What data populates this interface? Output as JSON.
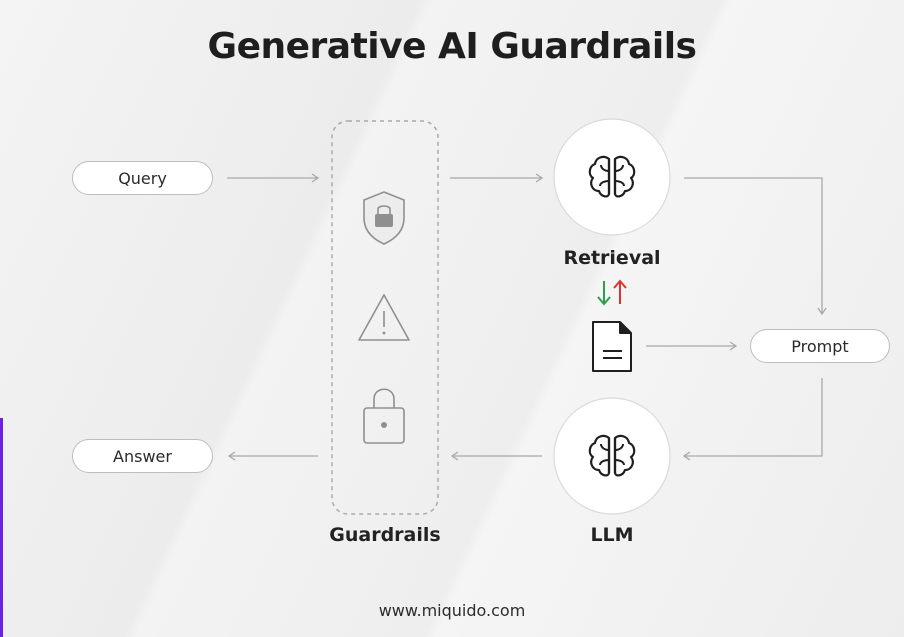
{
  "title": "Generative AI Guardrails",
  "footer": "www.miquido.com",
  "nodes": {
    "query": "Query",
    "answer": "Answer",
    "prompt": "Prompt",
    "retrieval": "Retrieval",
    "llm": "LLM",
    "guardrails": "Guardrails"
  },
  "icons": {
    "guardrail_icons": [
      "shield-lock-icon",
      "warning-icon",
      "padlock-icon"
    ],
    "model_icon": "brain-icon",
    "document_icon": "document-icon",
    "exchange_icon": "up-down-arrows-icon"
  },
  "colors": {
    "down_arrow": "#2e9e4a",
    "up_arrow": "#e0332f",
    "accent": "#6b22e6"
  }
}
